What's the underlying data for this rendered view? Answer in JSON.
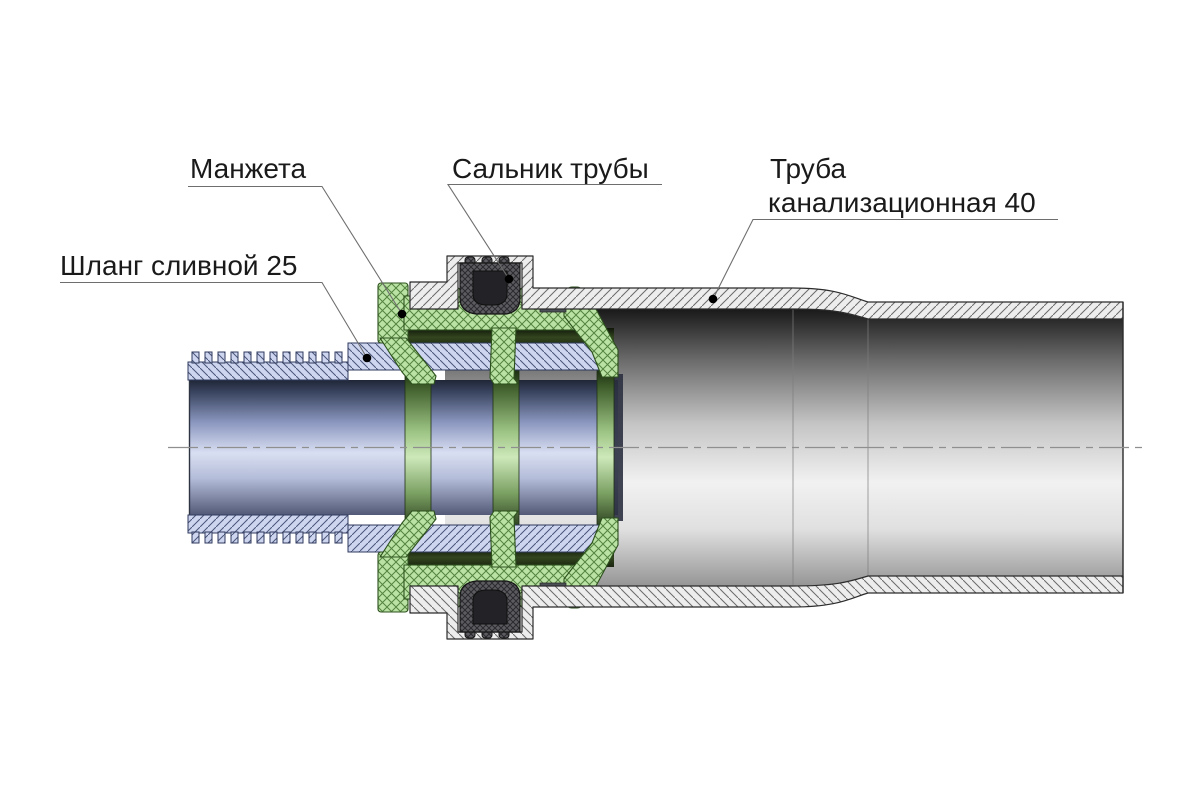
{
  "diagram": {
    "type": "technical-cross-section",
    "callouts": {
      "cuff": {
        "label": "Манжета"
      },
      "pipe_gland": {
        "label": "Сальник трубы"
      },
      "sewer_pipe": {
        "label_line1": "Труба",
        "label_line2": "канализационная 40"
      },
      "drain_hose": {
        "label": "Шланг сливной 25"
      }
    },
    "palette": {
      "cuff_green": "#b9e2a4",
      "cuff_hatch": "#54823f",
      "hose_blue": "#cdd5ef",
      "hose_hatch": "#4a5578",
      "pipe_wall_gray": "#ededed",
      "pipe_wall_hatch": "#6a6a6a",
      "gland_gray": "#5c5c60",
      "gland_cavity": "#232327",
      "outline": "#2b2b2b",
      "leader_line": "#6e6e6e",
      "centerline": "#8f8f8f",
      "label_text": "#1a1a1a",
      "background": "#ffffff"
    }
  }
}
